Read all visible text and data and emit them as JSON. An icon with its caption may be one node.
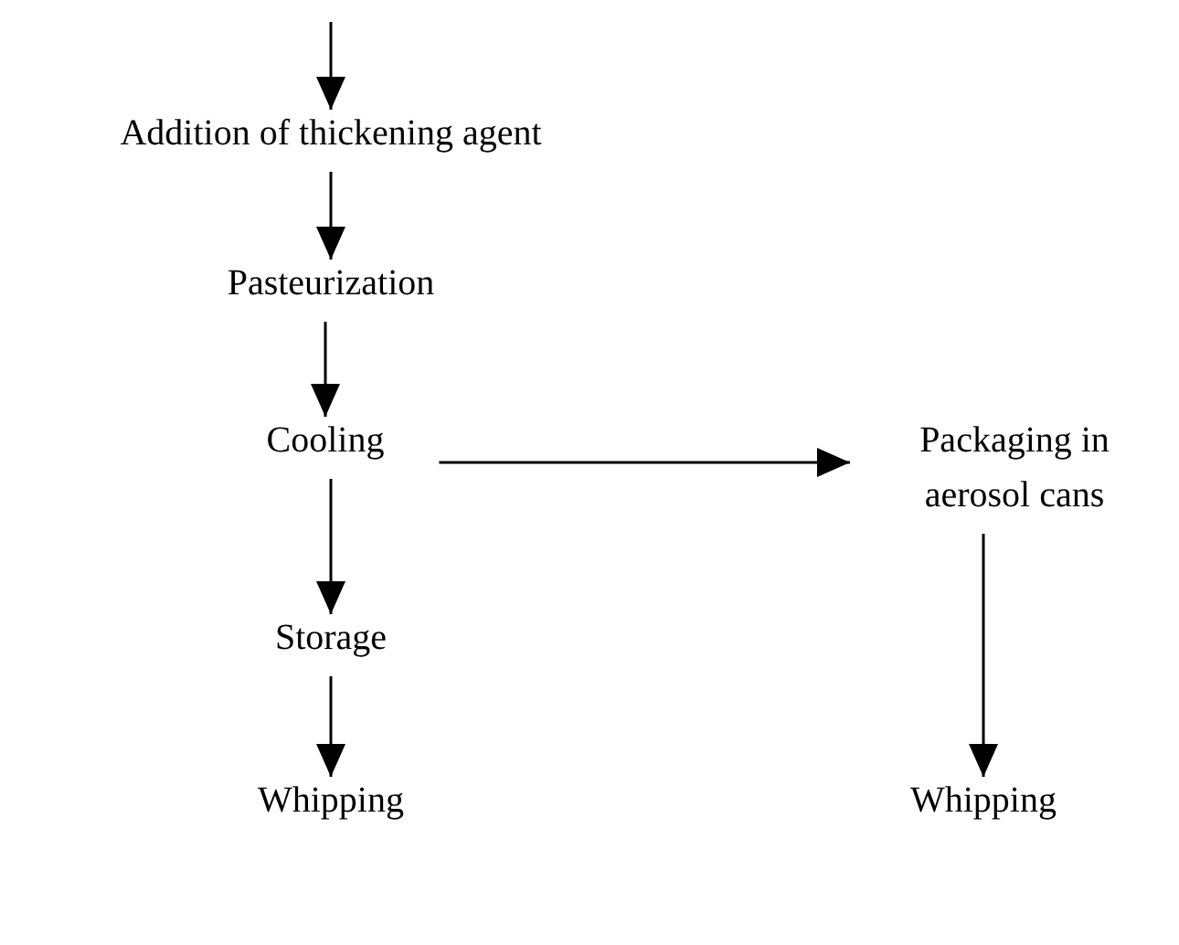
{
  "diagram": {
    "nodes": [
      {
        "text": [
          "Addition of thickening agent"
        ]
      },
      {
        "text": [
          "Pasteurization"
        ]
      },
      {
        "text": [
          "Cooling"
        ]
      },
      {
        "text": [
          "Packaging in aerosol cans"
        ]
      },
      {
        "text": [
          "Storage"
        ]
      },
      {
        "text": [
          "Whipping"
        ]
      },
      {
        "text": [
          "Whipping"
        ]
      }
    ],
    "edges": [
      {
        "from": null,
        "to": 0,
        "arrow": "to"
      },
      {
        "from": 0,
        "to": 1,
        "arrow": "to"
      },
      {
        "from": 1,
        "to": 2,
        "arrow": "to"
      },
      {
        "from": 2,
        "to": 3,
        "arrow": "to"
      },
      {
        "from": 2,
        "to": 4,
        "arrow": "to"
      },
      {
        "from": 4,
        "to": 5,
        "arrow": "to"
      },
      {
        "from": 3,
        "to": 6,
        "arrow": "to"
      }
    ]
  }
}
